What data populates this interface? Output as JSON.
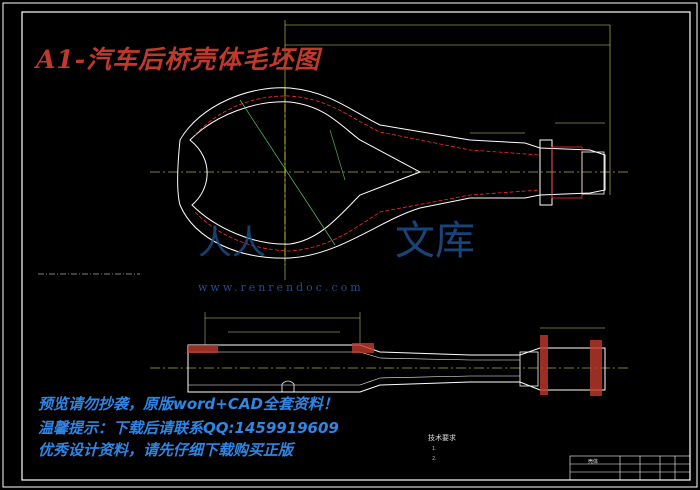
{
  "title": "A1-汽车后桥壳体毛坯图",
  "watermark": {
    "line1": "预览请勿抄袭，原版word+CAD全套资料！",
    "line2": "温馨提示：下载后请联系QQ:1459919609",
    "line3": "优秀设计资料，请先仔细下载购买正版",
    "site": "www.renrendoc.com",
    "brand_left": "人人",
    "brand_right": "文库"
  },
  "tech_requirements": {
    "heading": "技术要求",
    "items": [
      "1.",
      "2."
    ]
  },
  "title_block": {
    "name": "壳体"
  },
  "colors": {
    "background": "#000000",
    "outline": "#ffffff",
    "section": "#ff2a2a",
    "dimension": "#d8d860",
    "centerline": "#ffff66",
    "watermark": "#2f86e6",
    "title": "#c0392b"
  }
}
